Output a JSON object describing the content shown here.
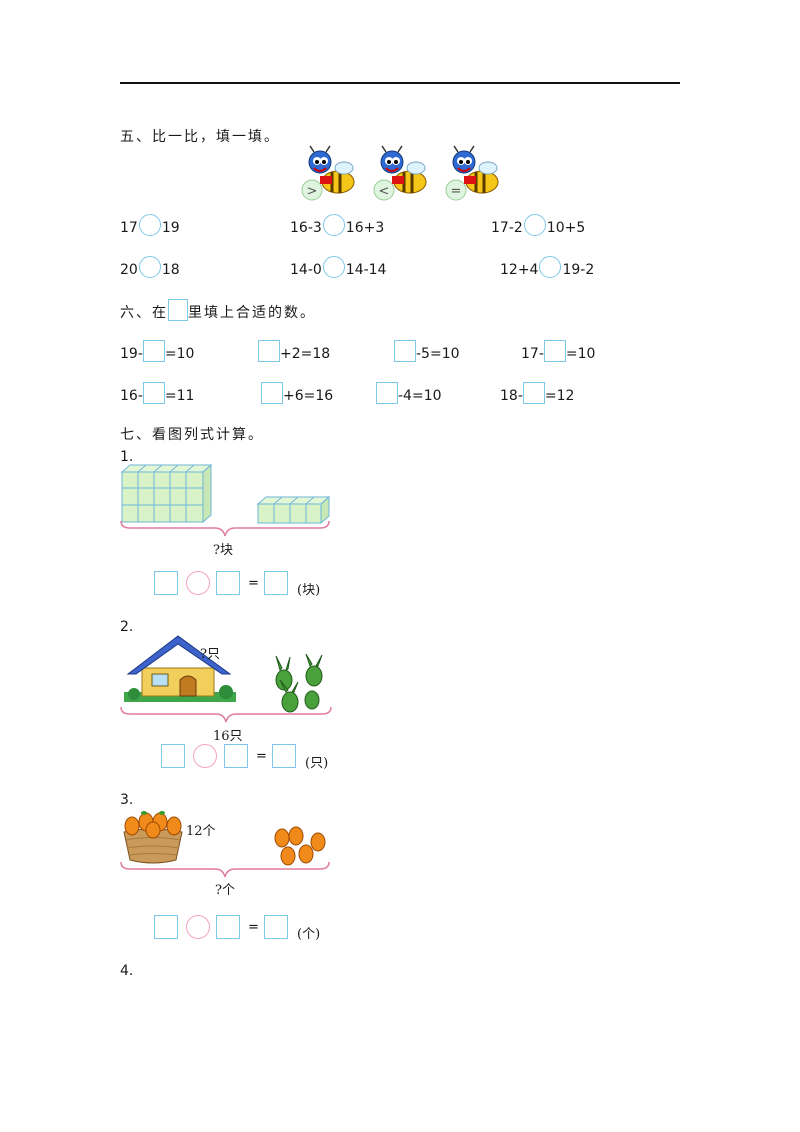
{
  "section5": {
    "title": "五、比一比，填一填。",
    "bee_symbols": [
      ">",
      "<",
      "="
    ],
    "rows": [
      [
        {
          "left": "17",
          "right": "19"
        },
        {
          "left": "16-3",
          "right": "16+3"
        },
        {
          "left": "17-2",
          "right": "10+5"
        }
      ],
      [
        {
          "left": "20",
          "right": "18"
        },
        {
          "left": "14-0",
          "right": "14-14"
        },
        {
          "left": "12+4",
          "right": "19-2"
        }
      ]
    ]
  },
  "section6": {
    "title_prefix": "六、在",
    "title_suffix": "里填上合适的数。",
    "rows": [
      [
        {
          "pre": "19-",
          "post": "=10"
        },
        {
          "pre": "",
          "post": "+2=18"
        },
        {
          "pre": "",
          "post": "-5=10"
        },
        {
          "pre": "17-",
          "post": "=10"
        }
      ],
      [
        {
          "pre": "16-",
          "post": "=11"
        },
        {
          "pre": "",
          "post": "+6=16"
        },
        {
          "pre": "",
          "post": "-4=10"
        },
        {
          "pre": "18-",
          "post": "=12"
        }
      ]
    ]
  },
  "section7": {
    "title": "七、看图列式计算。",
    "problems": [
      {
        "number": "1.",
        "brace_label": "?块",
        "equals": "=",
        "unit": "(块)"
      },
      {
        "number": "2.",
        "top_label": "?只",
        "brace_label": "16只",
        "equals": "=",
        "unit": "(只)"
      },
      {
        "number": "3.",
        "top_label": "12个",
        "brace_label": "?个",
        "equals": "=",
        "unit": "(个)"
      },
      {
        "number": "4."
      }
    ]
  },
  "colors": {
    "box": "#7ec8ea",
    "circle": "#f4a6b8",
    "brace": "#e07aa0",
    "cube": "#cfeec0",
    "cube_edge": "#6cb6d8"
  }
}
